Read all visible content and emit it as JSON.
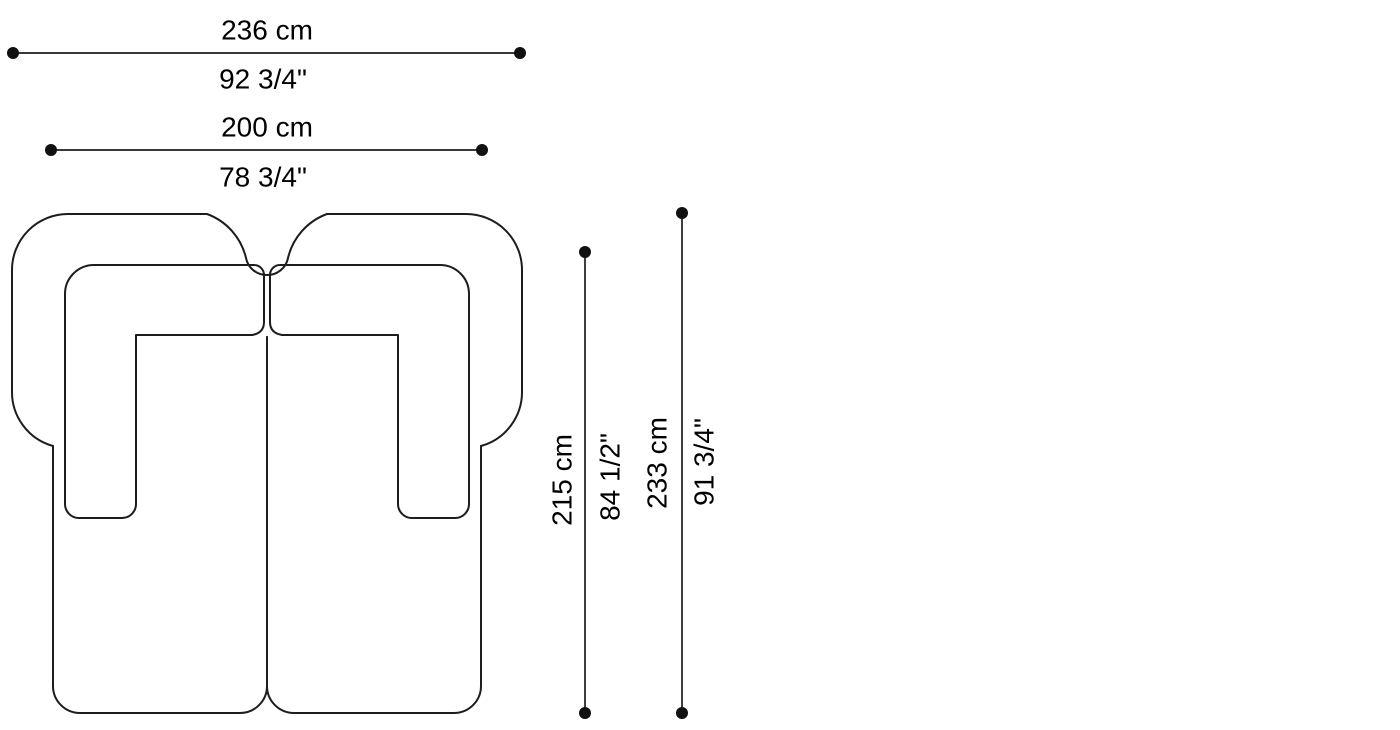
{
  "figure": {
    "title": "Sofa top-view dimension drawing",
    "subject": "two-module sofa with backrests and armrests, plan view",
    "line_color": "#1d1d1d",
    "text_color": "#000000",
    "dimensions": {
      "overall_width": {
        "cm": "236 cm",
        "in": "92 3/4\""
      },
      "inner_width": {
        "cm": "200 cm",
        "in": "78 3/4\""
      },
      "inner_depth": {
        "cm": "215 cm",
        "in": "84 1/2\""
      },
      "overall_depth": {
        "cm": "233 cm",
        "in": "91 3/4\""
      }
    }
  }
}
